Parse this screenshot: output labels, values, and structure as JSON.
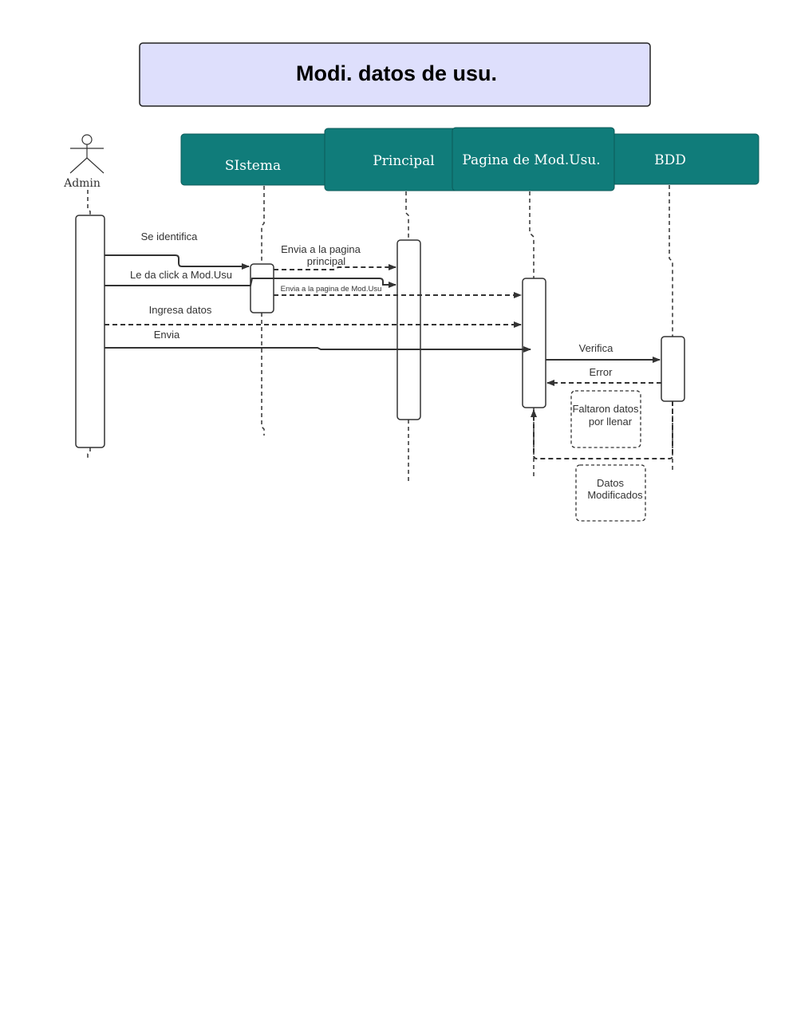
{
  "title": "Modi. datos de usu.",
  "colors": {
    "title_fill": "#dedffc",
    "lane_fill": "#107c7a",
    "line": "#333333"
  },
  "actor": {
    "label": "Admin",
    "icon": "stick-figure-icon"
  },
  "lanes": [
    "SIstema",
    "Principal",
    "Pagina de Mod.Usu.",
    "BDD"
  ],
  "messages": {
    "m1": "Se identifica",
    "m2_line1": "Envia a la pagina",
    "m2_line2": "principal",
    "m3": "Le da click a Mod.Usu",
    "m4": "Envia a la pagina de Mod.Usu",
    "m5": "Ingresa datos",
    "m6": "Envia",
    "m7": "Verifica",
    "m8": "Error"
  },
  "notes": {
    "n1_line1": "Faltaron datos",
    "n1_line2": "por llenar",
    "n2_line1": "Datos",
    "n2_line2": "Modificados"
  }
}
